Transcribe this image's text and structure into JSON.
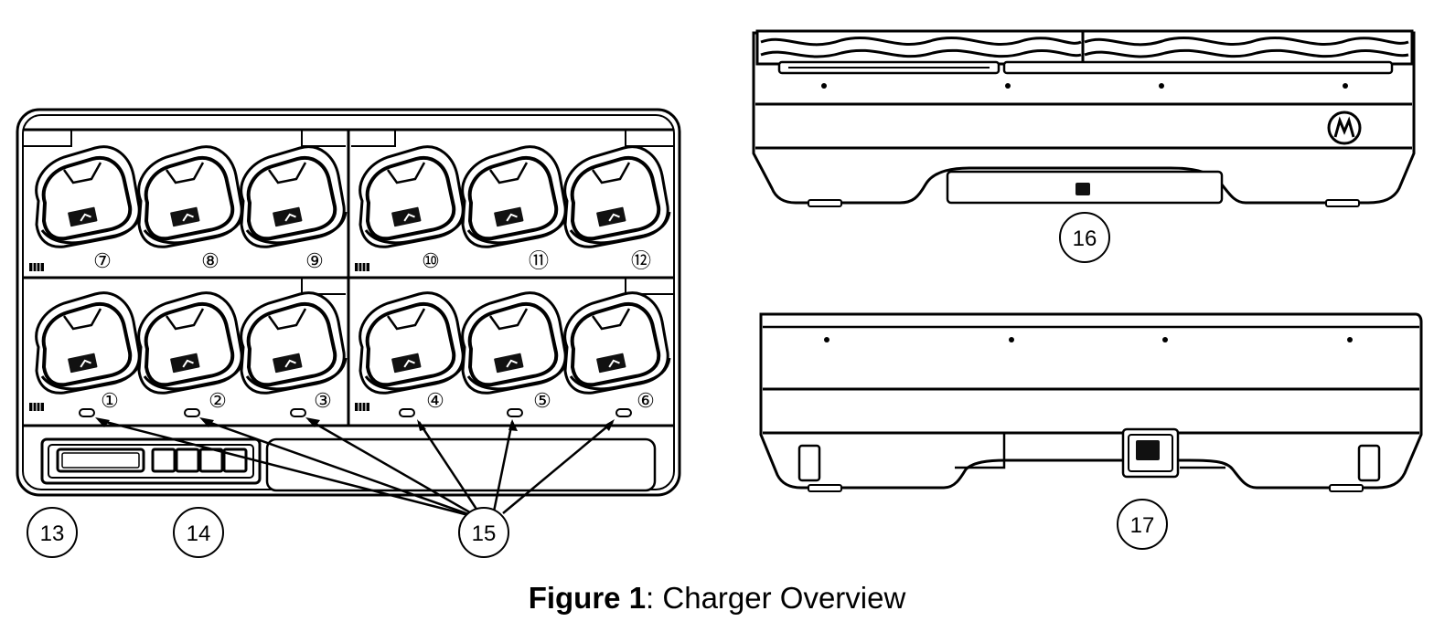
{
  "caption": {
    "label": "Figure 1",
    "separator": ": ",
    "title": "Charger Overview"
  },
  "pocket_numbers": {
    "top_row": [
      "⑦",
      "⑧",
      "⑨",
      "⑩",
      "⑪",
      "⑫"
    ],
    "bottom_row": [
      "①",
      "②",
      "③",
      "④",
      "⑤",
      "⑥"
    ]
  },
  "callouts": [
    "13",
    "14",
    "15",
    "16",
    "17"
  ],
  "colors": {
    "line": "#000000",
    "background": "#ffffff"
  },
  "icons": {
    "brand_logo": "motorola-logo-icon"
  }
}
